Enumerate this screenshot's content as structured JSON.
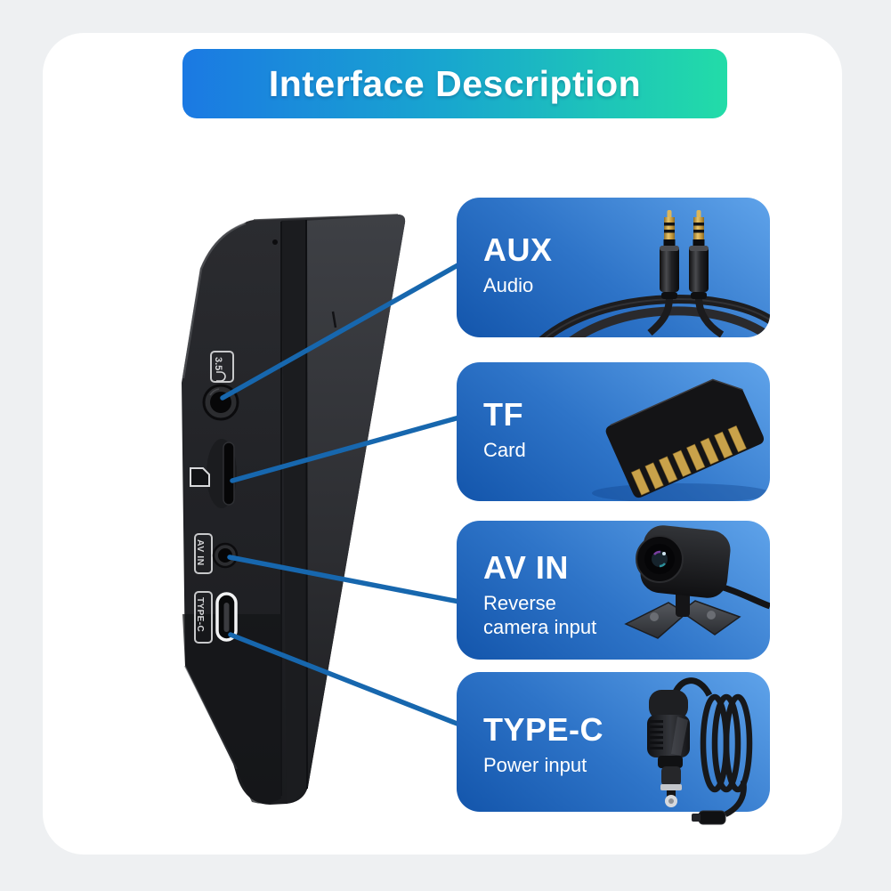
{
  "banner": {
    "title": "Interface Description",
    "gradient": [
      "#1b79e3",
      "#18a6cf",
      "#22dca8"
    ]
  },
  "device": {
    "description": "black monitor side view with ports",
    "labels": {
      "jack": "3.5",
      "avin": "AV IN",
      "typec": "TYPE-C"
    },
    "ports": [
      "3.5mm-audio-jack",
      "tf-card-slot",
      "av-in-jack",
      "usb-c-port"
    ]
  },
  "panels": [
    {
      "id": "aux",
      "title": "AUX",
      "subtitle": "Audio",
      "icon": "aux-cable-photo"
    },
    {
      "id": "tf",
      "title": "TF",
      "subtitle": "Card",
      "icon": "tf-card-photo"
    },
    {
      "id": "avin",
      "title": "AV IN",
      "subtitle_lines": [
        "Reverse",
        "camera input"
      ],
      "icon": "reverse-camera-photo"
    },
    {
      "id": "typec",
      "title": "TYPE-C",
      "subtitle": "Power input",
      "icon": "car-charger-photo"
    }
  ],
  "colors": {
    "callout_line": "#1767ae",
    "panel_gradient": [
      "#1355ab",
      "#2e74c8",
      "#5fa3ea"
    ],
    "device_black": "#222327",
    "gold": "#d2a94e",
    "background": "#eef0f2",
    "card": "#ffffff"
  }
}
